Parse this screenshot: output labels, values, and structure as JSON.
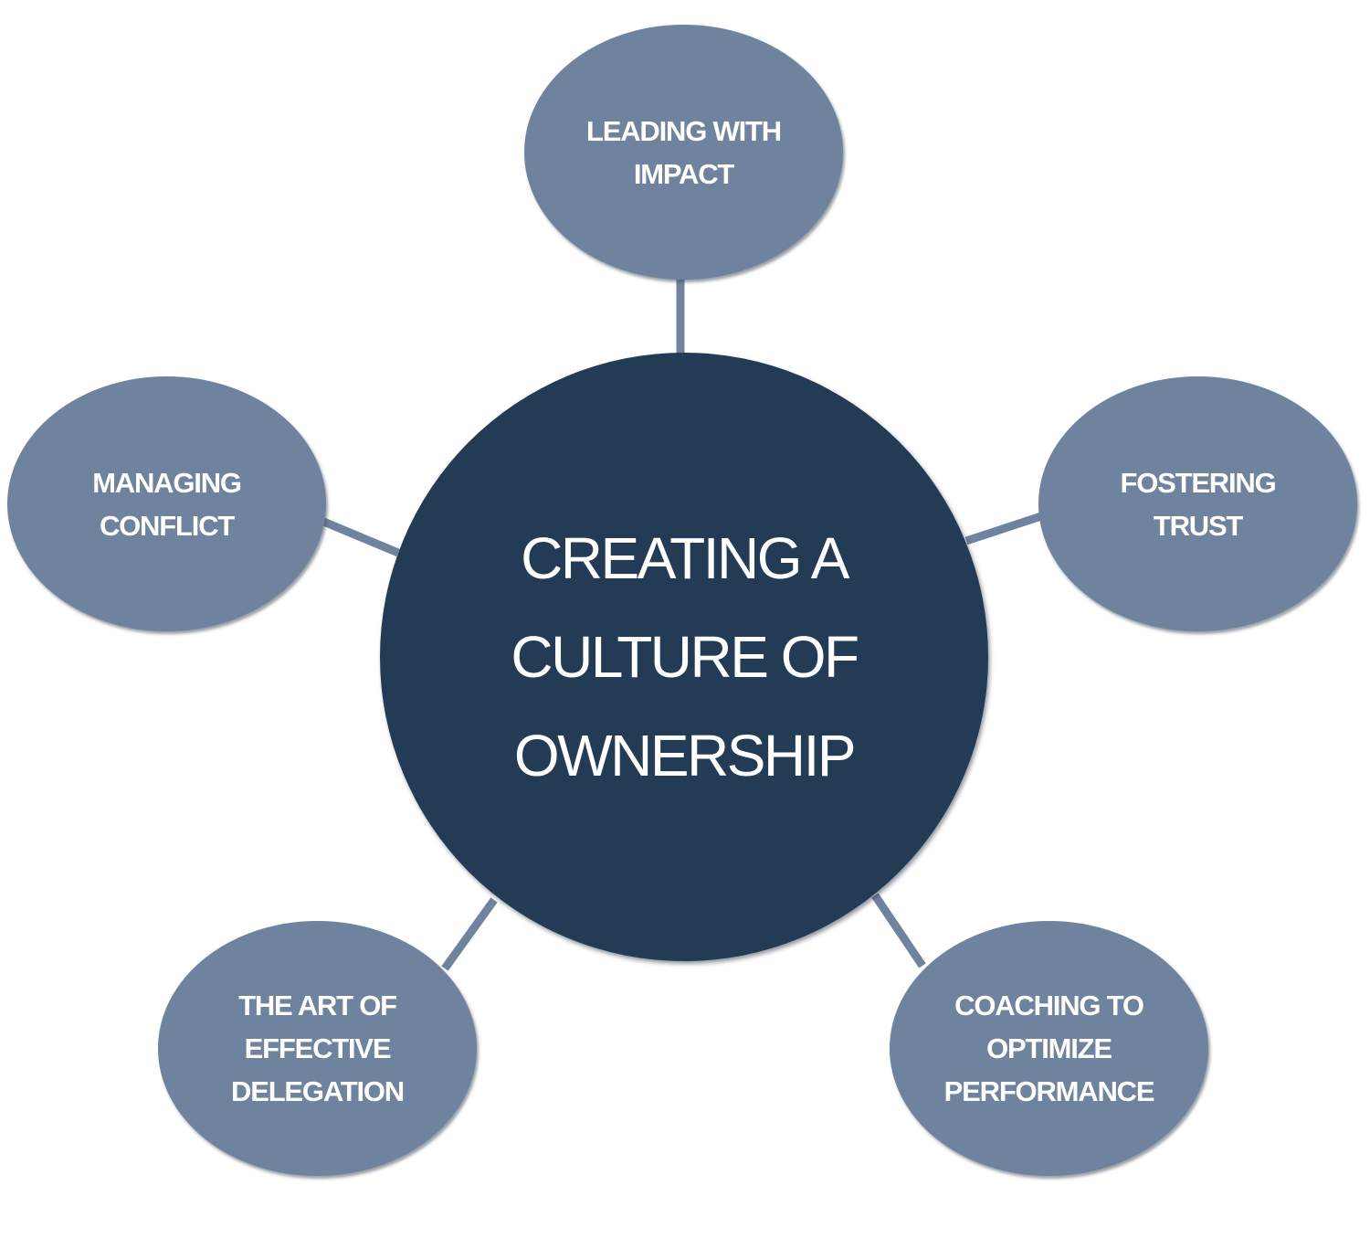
{
  "diagram": {
    "colors": {
      "hub_fill": "#243b55",
      "satellite_fill": "#6f829e",
      "connector": "#6f829e",
      "text": "#ffffff",
      "background": "#ffffff"
    },
    "center": {
      "lines": [
        "CREATING A",
        "CULTURE OF",
        "OWNERSHIP"
      ]
    },
    "satellites": [
      {
        "id": "leading-with-impact",
        "lines": [
          "LEADING WITH",
          "IMPACT"
        ]
      },
      {
        "id": "fostering-trust",
        "lines": [
          "FOSTERING",
          "TRUST"
        ]
      },
      {
        "id": "coaching-to-optimize-performance",
        "lines": [
          "COACHING TO",
          "OPTIMIZE",
          "PERFORMANCE"
        ]
      },
      {
        "id": "the-art-of-effective-delegation",
        "lines": [
          "THE ART OF",
          "EFFECTIVE",
          "DELEGATION"
        ]
      },
      {
        "id": "managing-conflict",
        "lines": [
          "MANAGING",
          "CONFLICT"
        ]
      }
    ]
  }
}
